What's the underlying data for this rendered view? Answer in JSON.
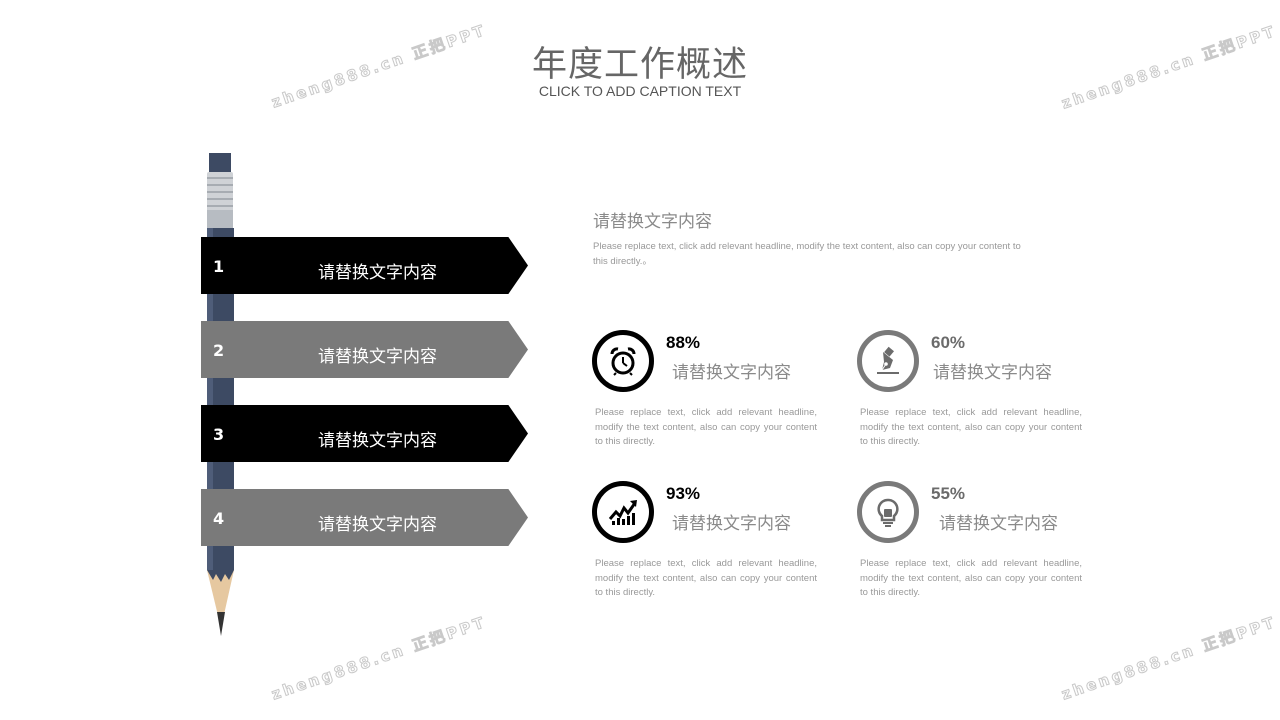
{
  "header": {
    "title": "年度工作概述",
    "subtitle": "CLICK TO ADD CAPTION TEXT"
  },
  "steps": [
    {
      "num": "1",
      "label": "请替换文字内容",
      "color": "#000000"
    },
    {
      "num": "2",
      "label": "请替换文字内容",
      "color": "#7a7a7a"
    },
    {
      "num": "3",
      "label": "请替换文字内容",
      "color": "#000000"
    },
    {
      "num": "4",
      "label": "请替换文字内容",
      "color": "#7a7a7a"
    }
  ],
  "top": {
    "heading": "请替换文字内容",
    "desc": "Please replace text, click add relevant headline, modify the text content, also can copy your content to this directly.。"
  },
  "cards": [
    {
      "percent": "88%",
      "heading": "请替换文字内容",
      "icon": "alarm-clock-icon",
      "desc": "Please replace text, click add relevant headline, modify the text content, also can copy your content to this directly."
    },
    {
      "percent": "60%",
      "heading": "请替换文字内容",
      "icon": "fountain-pen-icon",
      "desc": "Please replace text, click add relevant headline, modify the text content, also can copy your content to this directly."
    },
    {
      "percent": "93%",
      "heading": "请替换文字内容",
      "icon": "trending-chart-icon",
      "desc": "Please replace text, click add relevant headline, modify the text content, also can copy your content to this directly."
    },
    {
      "percent": "55%",
      "heading": "请替换文字内容",
      "icon": "lightbulb-icon",
      "desc": "Please replace text, click add relevant headline, modify the text content, also can copy your content to this directly."
    }
  ],
  "watermark": "zheng888.cn 正把PPT",
  "colors": {
    "accent": "#000000",
    "secondary": "#7a7a7a",
    "pencil": "#3d4a63"
  }
}
